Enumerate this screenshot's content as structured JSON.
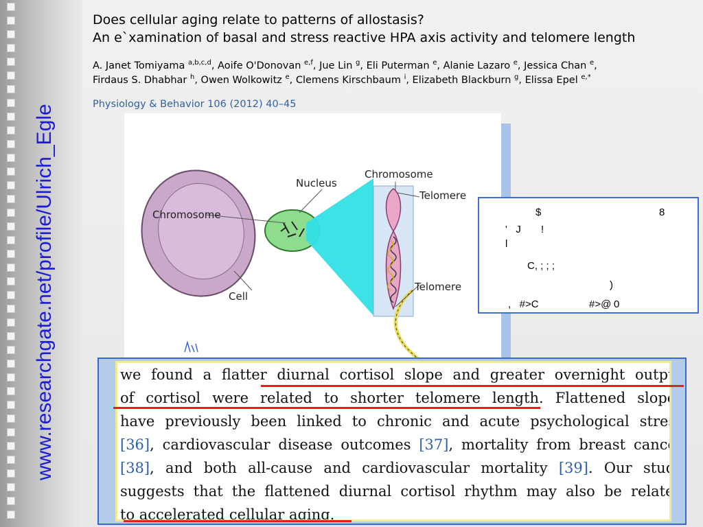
{
  "watermark": "www.researchgate.net/profile/Ulrich_Egle",
  "paper": {
    "title_line1": "Does cellular aging relate to patterns of allostasis?",
    "title_line2": "An e`xamination of basal and stress reactive HPA axis activity and telomere length",
    "authors_line1": [
      {
        "name": "A. Janet Tomiyama ",
        "sup": "a,b,c,d"
      },
      {
        "name": ", Aoife O'Donovan ",
        "sup": "e,f"
      },
      {
        "name": ", Jue Lin ",
        "sup": "g"
      },
      {
        "name": ", Eli Puterman ",
        "sup": "e"
      },
      {
        "name": ", Alanie Lazaro ",
        "sup": "e"
      },
      {
        "name": ", Jessica Chan ",
        "sup": "e"
      },
      {
        "name": ",",
        "sup": ""
      }
    ],
    "authors_line2": [
      {
        "name": "Firdaus S. Dhabhar ",
        "sup": "h"
      },
      {
        "name": ", Owen Wolkowitz ",
        "sup": "e"
      },
      {
        "name": ", Clemens Kirschbaum ",
        "sup": "i"
      },
      {
        "name": ", Elizabeth Blackburn ",
        "sup": "g"
      },
      {
        "name": ", Elissa Epel ",
        "sup": "e,*"
      }
    ],
    "journal": "Physiology & Behavior 106 (2012) 40–45"
  },
  "figure": {
    "labels": {
      "nucleus": "Nucleus",
      "chromosome_left": "Chromosome",
      "chromosome_top": "Chromosome",
      "telomere_top": "Telomere",
      "telomere_bottom": "Telomere",
      "cell": "Cell"
    },
    "colors": {
      "cytoplasm": "#c9a8c9",
      "nucleus": "#8fdc8f",
      "cone": "#33e0e6",
      "chromosome": "#e9a6c8",
      "dna": "#e8d85a"
    }
  },
  "garbled_box": {
    "lines": [
      "$",
      "8",
      "'   J       !",
      "l",
      "C, ; ; ;",
      ")",
      ",   #>C",
      "#>@",
      "0"
    ]
  },
  "quote": {
    "lines": [
      [
        {
          "t": "we found a flatter diurnal cortisol slope and greater overnight output",
          "ref": false
        }
      ],
      [
        {
          "t": "of cortisol were related to shorter telomere length. Flattened slopes",
          "ref": false
        }
      ],
      [
        {
          "t": "have previously been linked to chronic and acute psychological stress",
          "ref": false
        }
      ],
      [
        {
          "t": "[36]",
          "ref": true
        },
        {
          "t": ", cardiovascular disease outcomes ",
          "ref": false
        },
        {
          "t": "[37]",
          "ref": true
        },
        {
          "t": ", mortality from breast cancer",
          "ref": false
        }
      ],
      [
        {
          "t": "[38]",
          "ref": true
        },
        {
          "t": ", and both all-cause and cardiovascular mortality ",
          "ref": false
        },
        {
          "t": "[39]",
          "ref": true
        },
        {
          "t": ". Our study",
          "ref": false
        }
      ],
      [
        {
          "t": "suggests that the flattened diurnal cortisol rhythm may also be related",
          "ref": false
        }
      ],
      [
        {
          "t": "to accelerated cellular aging.",
          "ref": false
        }
      ]
    ],
    "colors": {
      "ref": "#2f5fa8",
      "underline": "#e02020"
    }
  }
}
